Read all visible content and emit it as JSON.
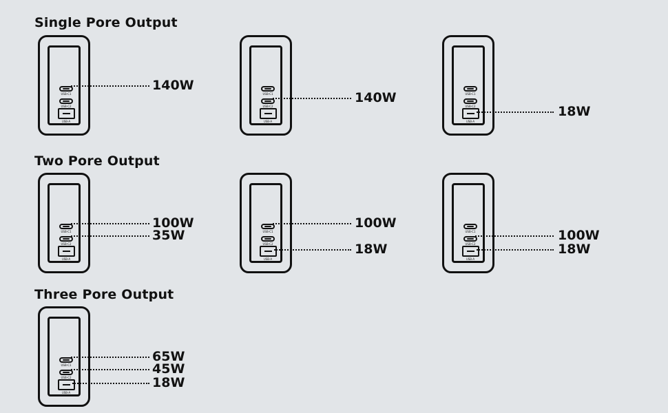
{
  "headings": {
    "single": "Single Pore Output",
    "two": "Two Pore Output",
    "three": "Three Pore Output"
  },
  "ports": {
    "usb_c1": "USB-C1",
    "usb_c2": "USB-C2",
    "usb_a": "USB-A"
  },
  "outputs": {
    "single": [
      {
        "port": "USB-C1",
        "watts": [
          "140W"
        ]
      },
      {
        "port": "USB-C2",
        "watts": [
          "140W"
        ]
      },
      {
        "port": "USB-A",
        "watts": [
          "18W"
        ]
      }
    ],
    "two": [
      {
        "ports": [
          "USB-C1",
          "USB-C2"
        ],
        "watts": [
          "100W",
          "35W"
        ]
      },
      {
        "ports": [
          "USB-C1",
          "USB-A"
        ],
        "watts": [
          "100W",
          "18W"
        ]
      },
      {
        "ports": [
          "USB-C2",
          "USB-A"
        ],
        "watts": [
          "100W",
          "18W"
        ]
      }
    ],
    "three": [
      {
        "ports": [
          "USB-C1",
          "USB-C2",
          "USB-A"
        ],
        "watts": [
          "65W",
          "45W",
          "18W"
        ]
      }
    ]
  },
  "colors": {
    "background": "#e2e5e8",
    "ink": "#111111"
  }
}
